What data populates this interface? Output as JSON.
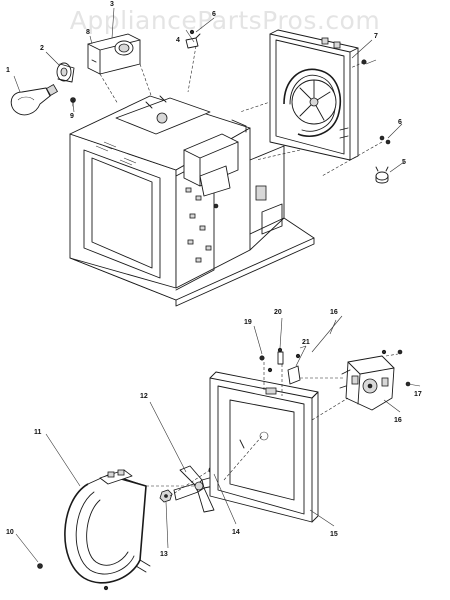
{
  "watermark": "AppliancePartsPros.com",
  "callouts": [
    {
      "id": "c1",
      "text": "1"
    },
    {
      "id": "c2",
      "text": "2"
    },
    {
      "id": "c3",
      "text": "3"
    },
    {
      "id": "c4",
      "text": "4"
    },
    {
      "id": "c5",
      "text": "5"
    },
    {
      "id": "c6a",
      "text": "6"
    },
    {
      "id": "c6b",
      "text": "6"
    },
    {
      "id": "c7",
      "text": "7"
    },
    {
      "id": "c8",
      "text": "8"
    },
    {
      "id": "c9",
      "text": "9"
    },
    {
      "id": "c10",
      "text": "10"
    },
    {
      "id": "c11",
      "text": "11"
    },
    {
      "id": "c12",
      "text": "12"
    },
    {
      "id": "c13",
      "text": "13"
    },
    {
      "id": "c14",
      "text": "14"
    },
    {
      "id": "c15",
      "text": "15"
    },
    {
      "id": "c16a",
      "text": "16"
    },
    {
      "id": "c16b",
      "text": "16"
    },
    {
      "id": "c17",
      "text": "17"
    },
    {
      "id": "c19",
      "text": "19"
    },
    {
      "id": "c20",
      "text": "20"
    },
    {
      "id": "c21",
      "text": "21"
    }
  ]
}
